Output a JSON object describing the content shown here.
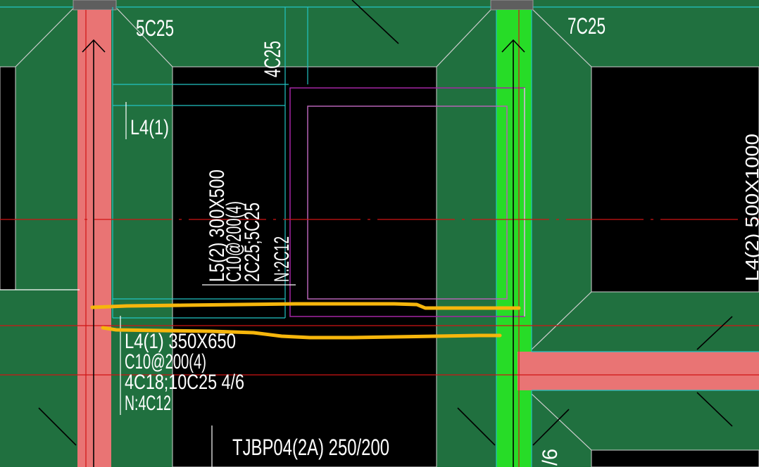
{
  "labels": {
    "rebar_top_left": "5C25",
    "rebar_top_right": "7C25",
    "rebar_top_vertical": "4C25",
    "beam_l4_tag": "L4(1)",
    "beam_l5": [
      "L5(2) 300X500",
      "C10@200(4)",
      "2C25;5C25",
      "N:2C12"
    ],
    "beam_l4": [
      "L4(1) 350X650",
      "C10@200(4)",
      "4C18;10C25 4/6",
      "N:4C12"
    ],
    "slab_tag": "TJBP04(2A) 250/200",
    "right_edge_tag": "L4(2) 500X1000",
    "bottom_edge_tag": "/6"
  },
  "colors": {
    "background": "#000000",
    "structure_green": "#20703f",
    "column_pink": "#e97474",
    "highlight_green": "#27dc27",
    "cap_gray": "#5e5e5e",
    "outline_cyan": "#22c3c3",
    "outline_gray": "#cfcfcf",
    "beam_magenta": "#a426a4",
    "beam_violet": "#b563b5",
    "axis_red": "#d01414",
    "line_black": "#000000",
    "text_white": "#ffffff",
    "markup_yellow": "#f6b60c"
  }
}
